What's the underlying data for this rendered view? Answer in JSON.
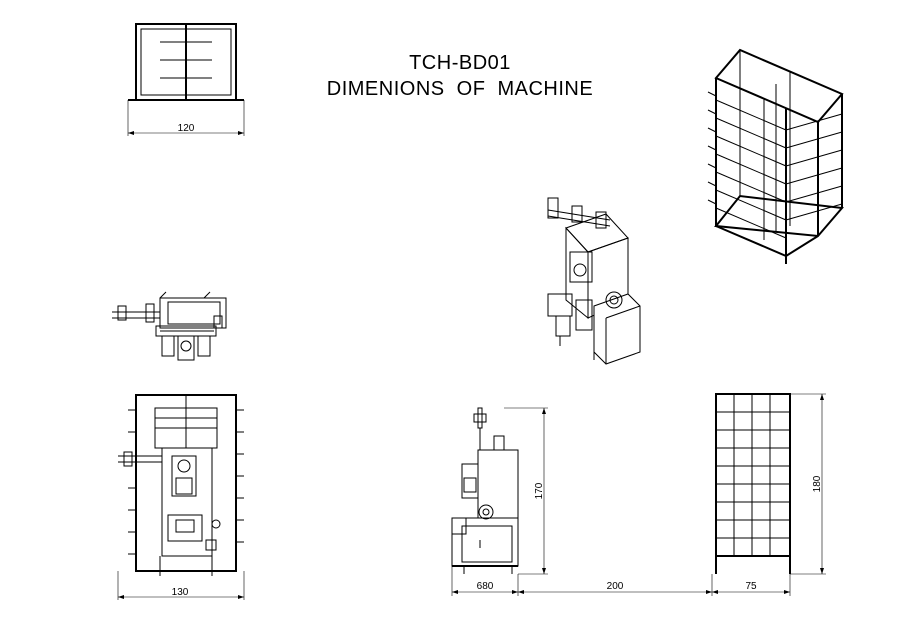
{
  "title": {
    "line1": "TCH-BD01",
    "line2": "DIMENIONS  OF  MACHINE"
  },
  "dimensions": {
    "top_view_width": "120",
    "plan_view_width": "130",
    "side_height": "170",
    "cabinet_height": "180",
    "side_base_width": "680",
    "gap_length": "200",
    "cabinet_width": "75"
  }
}
